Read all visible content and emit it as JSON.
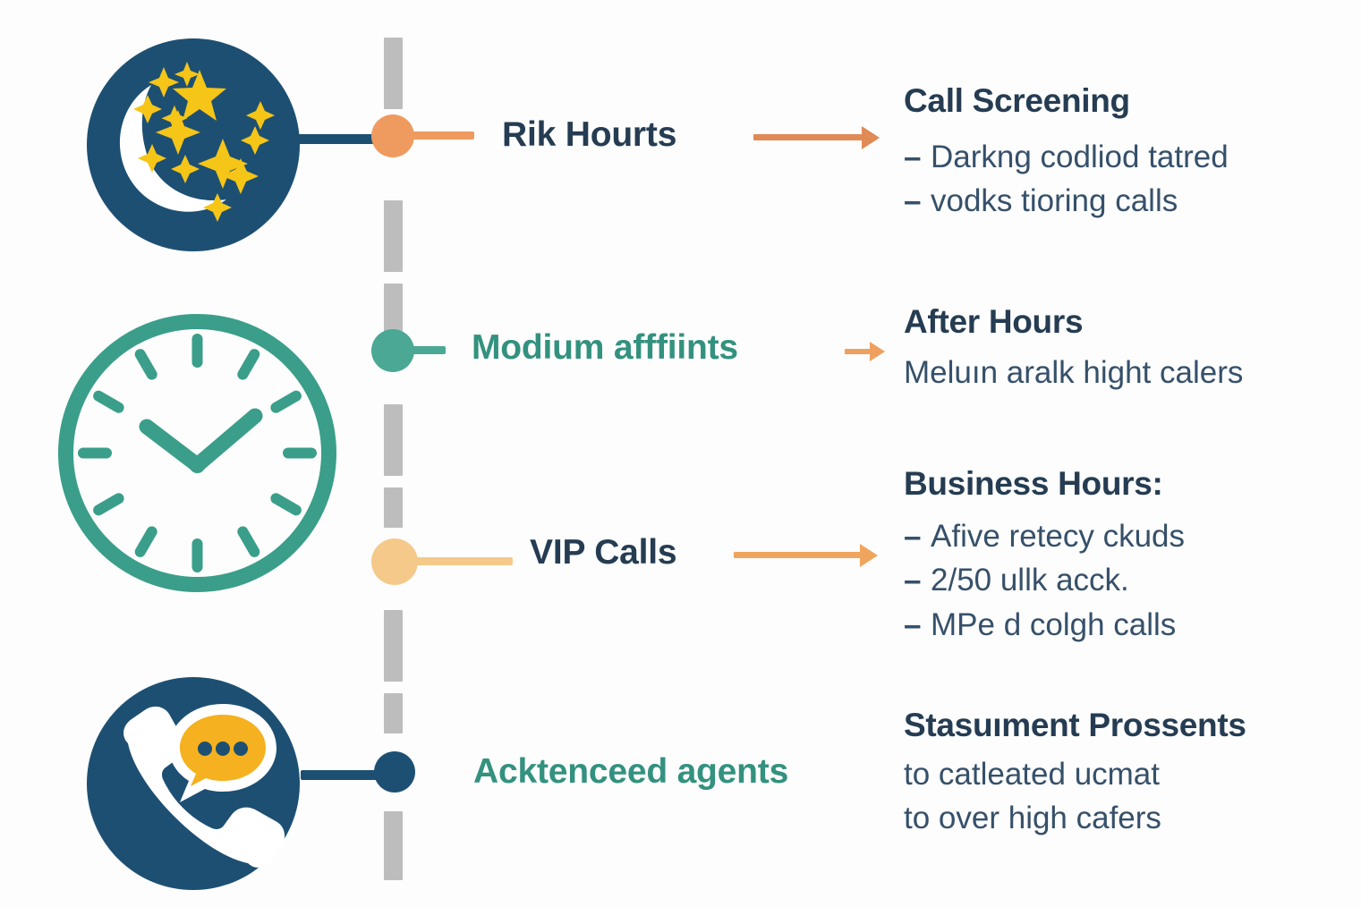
{
  "theme": {
    "background": "#fcfdfc",
    "navy": "#1d4f72",
    "navy_text": "#253c52",
    "body_text": "#36506a",
    "teal": "#3a9e8a",
    "orange": "#ef9a5f",
    "sand": "#f5c98a",
    "yellow": "#f5c518",
    "spine_gray": "#bdbdbd",
    "white": "#ffffff"
  },
  "icons": [
    {
      "name": "night-moon-stars-icon",
      "label": "crescent moon with stars in navy circle",
      "circle_color": "#1d4f72",
      "moon_color": "#ffffff",
      "star_color": "#f5c518"
    },
    {
      "name": "clock-icon",
      "label": "analog wall clock outline",
      "stroke_color": "#3a9e8a",
      "tick_count": 12,
      "time_shown": "10:10"
    },
    {
      "name": "phone-chat-icon",
      "label": "telephone handset with speech bubble in navy circle",
      "circle_color": "#1d4f72",
      "handset_color": "#ffffff",
      "bubble_color": "#f5b11f",
      "bubble_dots": 3
    }
  ],
  "timeline": {
    "orientation": "vertical",
    "line_style": "dashed",
    "line_color": "#bdbdbd",
    "nodes": [
      {
        "name": "node-risk-hours",
        "color": "#ef9a5f",
        "stage_label": "Rik Hourts",
        "label_color": "#253c52"
      },
      {
        "name": "node-medium",
        "color": "#4aa894",
        "stage_label": "Modium afffiints",
        "label_color": "#33917f"
      },
      {
        "name": "node-vip-calls",
        "color": "#f5c98a",
        "stage_label": "VIP Calls",
        "label_color": "#253c52"
      },
      {
        "name": "node-agents",
        "color": "#1d4f72",
        "stage_label": "Acktenceed agents",
        "label_color": "#33917f"
      }
    ]
  },
  "blocks": [
    {
      "name": "block-call-screening",
      "title": "Call Screening",
      "bullets": [
        {
          "dash": "–",
          "text": "Darkng codliod tatred"
        },
        {
          "dash": "–",
          "text": "vodks tioring calls"
        }
      ],
      "plain": []
    },
    {
      "name": "block-after-hours",
      "title": "After Hours",
      "bullets": [],
      "plain": [
        "Meluın aralk hight calers"
      ]
    },
    {
      "name": "block-business-hours",
      "title": "Business Hours:",
      "bullets": [
        {
          "dash": "–",
          "text": "Afive retecy ckuds"
        },
        {
          "dash": "–",
          "text": "2/50 ullk acck."
        },
        {
          "dash": "–",
          "text": "MPe d colgh calls"
        }
      ],
      "plain": []
    },
    {
      "name": "block-statement-presents",
      "title": "Stasuıment Prossents",
      "bullets": [],
      "plain": [
        "to catleated ucmat",
        "to over high cafers"
      ]
    }
  ],
  "arrows": [
    {
      "name": "arrow-to-call-screening",
      "color": "#e08a55",
      "length": 140
    },
    {
      "name": "arrow-to-after-hours",
      "color": "#f0a05e",
      "length": 48
    },
    {
      "name": "arrow-to-business-hours",
      "color": "#f0a55f",
      "length": 155
    }
  ]
}
